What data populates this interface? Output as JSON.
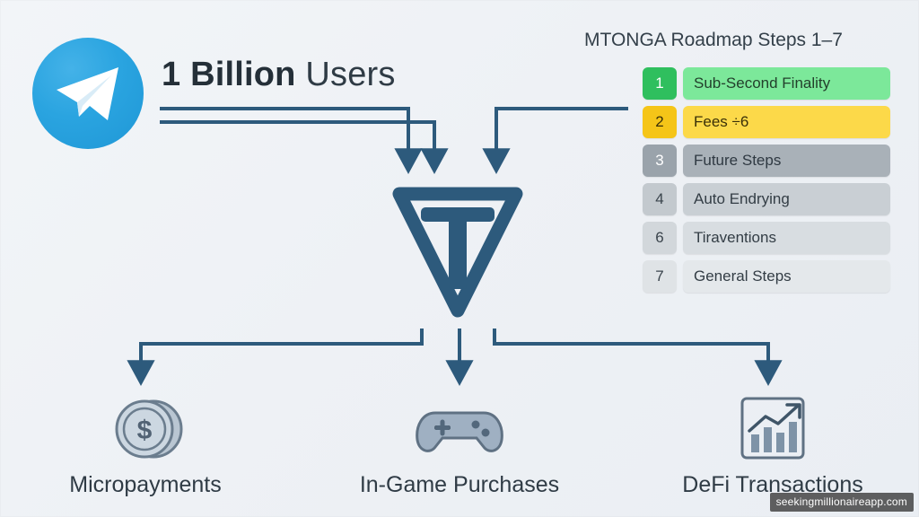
{
  "headline": {
    "bold": "1 Billion",
    "rest": " Users"
  },
  "logo": {
    "name": "telegram-logo",
    "circle_color": "#2aa4e0",
    "plane_color": "#ffffff"
  },
  "roadmap": {
    "title": "MTONGA Roadmap Steps 1–7",
    "items": [
      {
        "num": "1",
        "label": "Sub-Second Finality",
        "num_bg": "#2fbf5e",
        "num_fg": "#ffffff",
        "label_bg": "#7ce89a",
        "label_fg": "#23402c"
      },
      {
        "num": "2",
        "label": "Fees ÷6",
        "num_bg": "#f5c518",
        "num_fg": "#3a3008",
        "label_bg": "#fcd949",
        "label_fg": "#3a3008"
      },
      {
        "num": "3",
        "label": "Future Steps",
        "num_bg": "#9aa3ab",
        "num_fg": "#ffffff",
        "label_bg": "#a9b1b8",
        "label_fg": "#2f3942"
      },
      {
        "num": "4",
        "label": "Auto Endrying",
        "num_bg": "#c3c9ce",
        "num_fg": "#3a444c",
        "label_bg": "#c9cfd4",
        "label_fg": "#333d45"
      },
      {
        "num": "6",
        "label": "Tiraventions",
        "num_bg": "#d2d7db",
        "num_fg": "#3a444c",
        "label_bg": "#d8dde1",
        "label_fg": "#333d45"
      },
      {
        "num": "7",
        "label": "General Steps",
        "num_bg": "#dfe3e6",
        "num_fg": "#3a444c",
        "label_bg": "#e4e8eb",
        "label_fg": "#333d45"
      }
    ]
  },
  "center": {
    "name": "ton-diamond-logo",
    "color": "#2d5a7c"
  },
  "outputs": [
    {
      "id": "micropayments",
      "icon": "coin-dollar-icon",
      "label": "Micropayments"
    },
    {
      "id": "in-game-purchases",
      "icon": "gamepad-icon",
      "label": "In-Game Purchases"
    },
    {
      "id": "defi-transactions",
      "icon": "chart-growth-icon",
      "label": "DeFi Transactions"
    }
  ],
  "arrows": {
    "color": "#2d5a7c",
    "count_in": 3,
    "count_out": 3
  },
  "watermark": {
    "text": "seekingmillionaireapp.com"
  }
}
